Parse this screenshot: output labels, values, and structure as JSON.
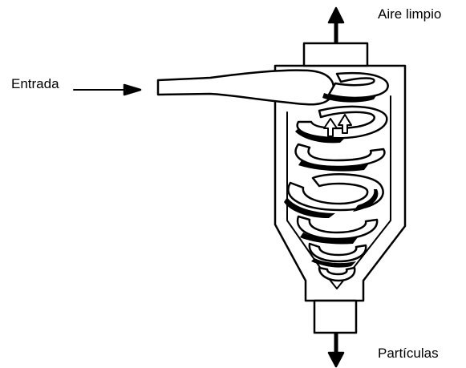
{
  "labels": {
    "clean_air": "Aire limpio",
    "inlet": "Entrada",
    "particles": "Partículas"
  },
  "colors": {
    "line": "#000000",
    "background": "#ffffff"
  }
}
